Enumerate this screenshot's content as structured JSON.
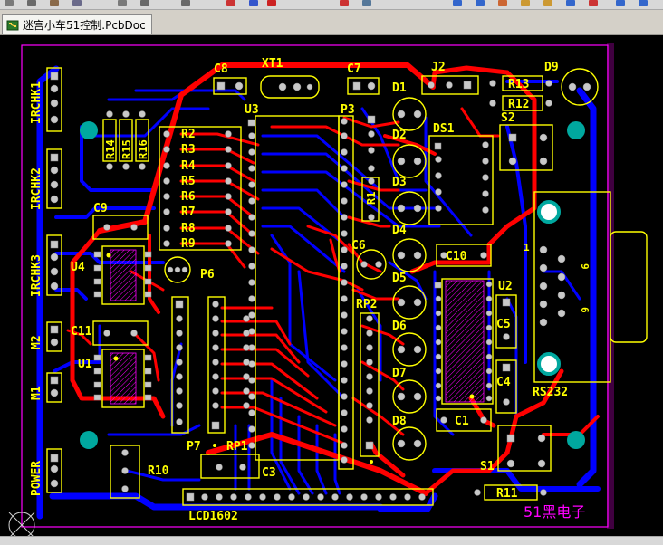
{
  "tab": {
    "title": "迷宫小车51控制.PcbDoc"
  },
  "board": {
    "components": {
      "ir1": "IRCHK1",
      "ir2": "IRCHK2",
      "ir3": "IRCHK3",
      "m2": "M2",
      "m1": "M1",
      "power": "POWER",
      "u4": "U4",
      "u1": "U1",
      "c9": "C9",
      "c11": "C11",
      "r14": "R14",
      "r15": "R15",
      "r16": "R16",
      "r2": "R2",
      "r3": "R3",
      "r4": "R4",
      "r5": "R5",
      "r6": "R6",
      "r7": "R7",
      "r8": "R8",
      "r9": "R9",
      "c8": "C8",
      "xt1": "XT1",
      "c7": "C7",
      "u3": "U3",
      "p3": "P3",
      "p6": "P6",
      "p7": "P7",
      "rp1": "RP1",
      "c3": "C3",
      "r10": "R10",
      "lcd": "LCD1602",
      "j2": "J2",
      "d9": "D9",
      "r13": "R13",
      "r12": "R12",
      "s2": "S2",
      "d1": "D1",
      "d2": "D2",
      "d3": "D3",
      "d4": "D4",
      "d5": "D5",
      "d6": "D6",
      "d7": "D7",
      "d8": "D8",
      "ds1": "DS1",
      "r1": "R1",
      "c6": "C6",
      "rp2": "RP2",
      "c10": "C10",
      "u2": "U2",
      "c5": "C5",
      "c4": "C4",
      "c1": "C1",
      "rs232": "RS232",
      "db1": "1",
      "db9": "9",
      "db6": "6",
      "s1": "S1",
      "r11": "R11"
    },
    "brand": "51黑电子"
  },
  "colors": {
    "top": "#ff0000",
    "bottom": "#0000ff",
    "silk": "#ffff00",
    "outline": "#ff00ff",
    "pad": "#c0c0c0",
    "via": "#00a09a"
  }
}
